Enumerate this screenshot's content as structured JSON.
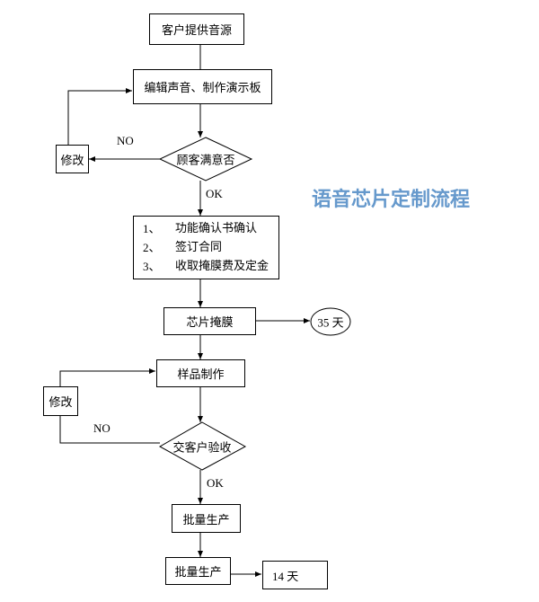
{
  "title": {
    "text": "语音芯片定制流程",
    "color": "#6699cc"
  },
  "nodes": {
    "source": "客户提供音源",
    "edit": "编辑声音、制作演示板",
    "decision1": "顾客满意否",
    "modify1": "修改",
    "contract_items": [
      {
        "num": "1、",
        "text": "功能确认书确认"
      },
      {
        "num": "2、",
        "text": "签订合同"
      },
      {
        "num": "3、",
        "text": "收取掩膜费及定金"
      }
    ],
    "mask": "芯片掩膜",
    "mask_duration": "35 天",
    "sample": "样品制作",
    "modify2": "修改",
    "decision2": "交客户验收",
    "mass1": "批量生产",
    "mass2": "批量生产",
    "mass_duration": "14 天"
  },
  "edge_labels": {
    "no1": "NO",
    "ok1": "OK",
    "no2": "NO",
    "ok2": "OK"
  },
  "colors": {
    "line": "#000000",
    "title": "#6699cc"
  }
}
